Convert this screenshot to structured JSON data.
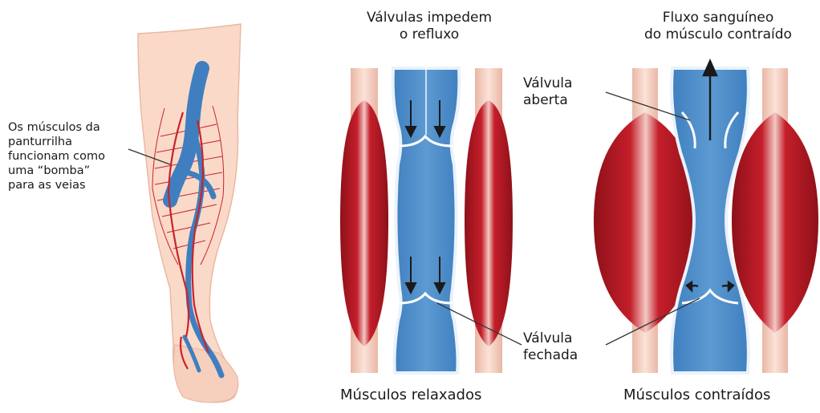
{
  "labels": {
    "calf_note": [
      "Os músculos da",
      "panturrilha",
      "funcionam como",
      "uma “bomba”",
      "para as veias"
    ],
    "valves_prevent": [
      "Válvulas impedem",
      "o refluxo"
    ],
    "blood_flow": [
      "Fluxo sanguíneo",
      "do músculo contraído"
    ],
    "open_valve": [
      "Válvula",
      "aberta"
    ],
    "closed_valve": [
      "Válvula",
      "fechada"
    ],
    "relaxed_caption": "Músculos relaxados",
    "contracted_caption": "Músculos contraídos"
  },
  "colors": {
    "skin": "#fbd9c8",
    "skin_outline": "#e8b9a3",
    "muscle_red": "#c41e2a",
    "muscle_dark": "#8e1119",
    "vein_blue": "#4a89c7",
    "vein_blue_light": "#7fb1dc",
    "artery_red": "#c8232c",
    "text": "#1a1a1a"
  }
}
